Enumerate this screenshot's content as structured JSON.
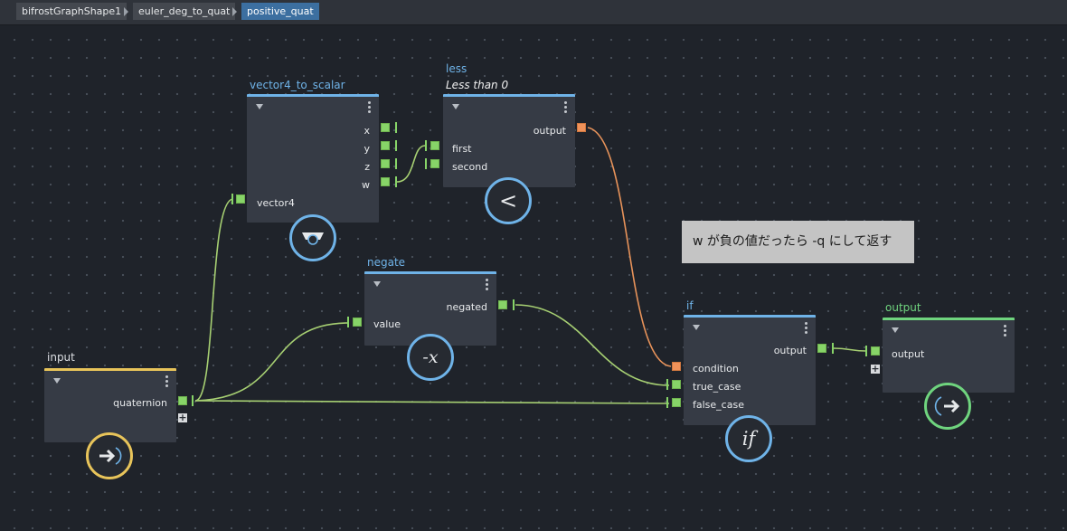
{
  "breadcrumb": [
    "bifrostGraphShape1",
    "euler_deg_to_quat",
    "positive_quat"
  ],
  "colors": {
    "blue_accent": "#6fb3e8",
    "input_accent": "#e8c45a",
    "output_accent": "#6fd47e",
    "port_green": "#87d468",
    "port_orange": "#f0925a",
    "wire_green": "#a6cf72",
    "wire_orange": "#e8935a"
  },
  "nodes": {
    "input": {
      "title": "input",
      "ports": {
        "quaternion": "quaternion"
      },
      "icon": "input-arrow-icon"
    },
    "vector4_to_scalar": {
      "title": "vector4_to_scalar",
      "ports": {
        "x": "x",
        "y": "y",
        "z": "z",
        "w": "w",
        "vector4": "vector4"
      },
      "icon": "splitter-icon"
    },
    "less": {
      "title": "less",
      "subtitle": "Less than 0",
      "ports": {
        "output": "output",
        "first": "first",
        "second": "second"
      },
      "icon_text": "<"
    },
    "negate": {
      "title": "negate",
      "ports": {
        "negated": "negated",
        "value": "value"
      },
      "icon_text": "-x"
    },
    "if": {
      "title": "if",
      "ports": {
        "output": "output",
        "condition": "condition",
        "true_case": "true_case",
        "false_case": "false_case"
      },
      "icon_text": "if"
    },
    "output": {
      "title": "output",
      "ports": {
        "output": "output"
      },
      "icon": "output-arrow-icon"
    }
  },
  "comment": "w が負の値だったら -q にして返す"
}
